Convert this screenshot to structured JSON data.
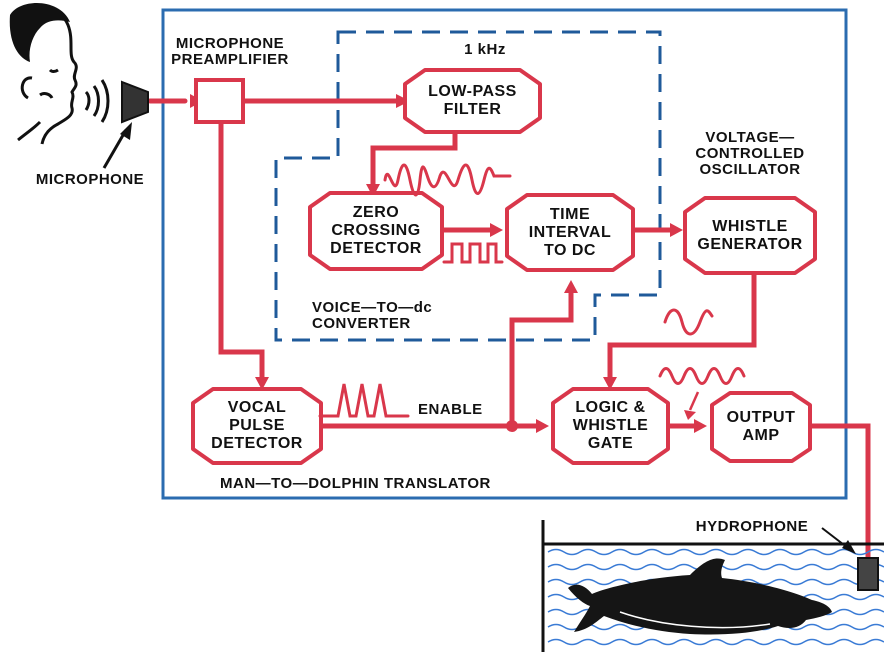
{
  "diagram": {
    "title": "MAN—TO—DOLPHIN TRANSLATOR",
    "subsystem_label": "VOICE—TO—dc\nCONVERTER",
    "frequency_label": "1 kHz",
    "enable_label": "ENABLE",
    "external": {
      "microphone": "MICROPHONE",
      "preamplifier": "MICROPHONE\nPREAMPLIFIER",
      "vco": "VOLTAGE—\nCONTROLLED\nOSCILLATOR",
      "hydrophone": "HYDROPHONE"
    },
    "blocks": {
      "low_pass_filter": "LOW-PASS\nFILTER",
      "zero_crossing_detector": "ZERO\nCROSSING\nDETECTOR",
      "time_interval_to_dc": "TIME\nINTERVAL\nTO  DC",
      "whistle_generator": "WHISTLE\nGENERATOR",
      "vocal_pulse_detector": "VOCAL\nPULSE\nDETECTOR",
      "logic_whistle_gate": "LOGIC &\nWHISTLE\nGATE",
      "output_amp": "OUTPUT\nAMP"
    },
    "colors": {
      "frame": "#2b6cb0",
      "dashed": "#1f5a9a",
      "signal": "#d9374b",
      "block_fill": "#ffffff",
      "ink": "#111111",
      "water": "#3a7bd5"
    }
  }
}
